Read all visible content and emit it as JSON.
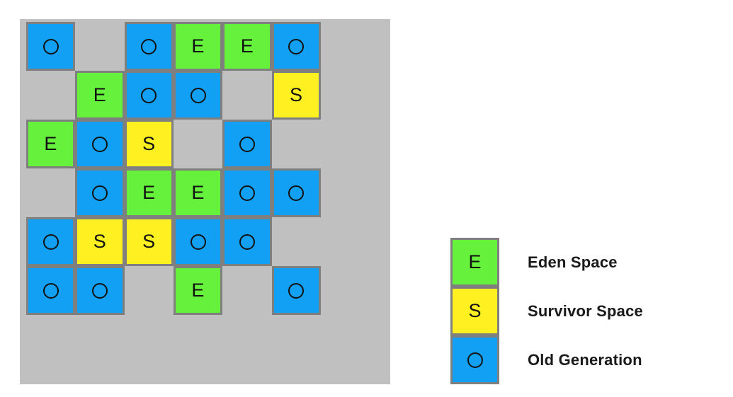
{
  "colors": {
    "eden": "#66f23c",
    "survivor": "#fff022",
    "old_generation": "#12a0f5",
    "panel_background": "#c0c0c0",
    "cell_border": "#7f7f7f",
    "text": "#111111",
    "page_background": "#ffffff"
  },
  "grid": {
    "rows": 6,
    "cols": 6,
    "cells": [
      [
        "O",
        "",
        "O",
        "E",
        "E",
        "O"
      ],
      [
        "",
        "E",
        "O",
        "O",
        "",
        "S"
      ],
      [
        "E",
        "O",
        "S",
        "",
        "O",
        ""
      ],
      [
        "",
        "O",
        "E",
        "E",
        "O",
        "O"
      ],
      [
        "O",
        "S",
        "S",
        "O",
        "O",
        ""
      ],
      [
        "O",
        "O",
        "",
        "E",
        "",
        "O"
      ]
    ]
  },
  "legend": {
    "items": [
      {
        "symbol": "E",
        "label": "Eden Space",
        "type": "eden"
      },
      {
        "symbol": "S",
        "label": "Survivor Space",
        "type": "surv"
      },
      {
        "symbol": "O",
        "label": "Old Generation",
        "type": "old"
      }
    ]
  }
}
